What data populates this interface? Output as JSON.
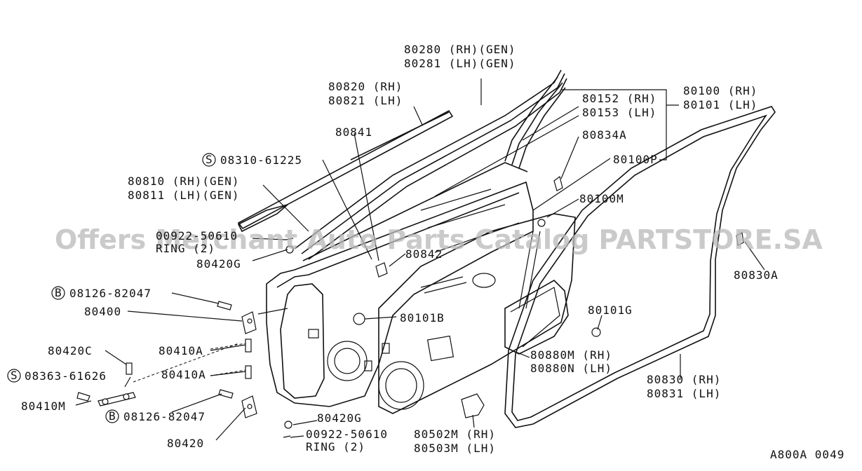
{
  "watermark": "Offers Merchant Auto Parts Catalog PARTSTORE.SA",
  "diagram_code": "A800A 0049",
  "callouts": {
    "c80280": "80280 (RH)(GEN)",
    "c80281": "80281 (LH)(GEN)",
    "c80820": "80820 (RH)",
    "c80821": "80821 (LH)",
    "c80152": "80152 (RH)",
    "c80153": "80153 (LH)",
    "c80100": "80100 (RH)",
    "c80101": "80101 (LH)",
    "c80834A": "80834A",
    "c80841": "80841",
    "c08310": "08310-61225",
    "c80100P": "80100P",
    "c80810": "80810 (RH)(GEN)",
    "c80811": "80811 (LH)(GEN)",
    "c80100M": "80100M",
    "c00922a": "00922-50610",
    "c_ring2a": "RING (2)",
    "c80420Ga": "80420G",
    "c80842": "80842",
    "c80830A": "80830A",
    "c08126a": "08126-82047",
    "c80400": "80400",
    "c80101B": "80101B",
    "c80101G": "80101G",
    "c80420C": "80420C",
    "c80410Aa": "80410A",
    "c80880M": "80880M (RH)",
    "c80880N": "80880N (LH)",
    "c08363": "08363-61626",
    "c80410Ab": "80410A",
    "c80830": "80830 (RH)",
    "c80831": "80831 (LH)",
    "c80410M": "80410M",
    "c08126b": "08126-82047",
    "c80420Gb": "80420G",
    "c80502M": "80502M (RH)",
    "c80503M": "80503M (LH)",
    "c80420": "80420",
    "c00922b": "00922-50610",
    "c_ring2b": "RING (2)"
  },
  "markers": {
    "s": "S",
    "b": "B"
  }
}
